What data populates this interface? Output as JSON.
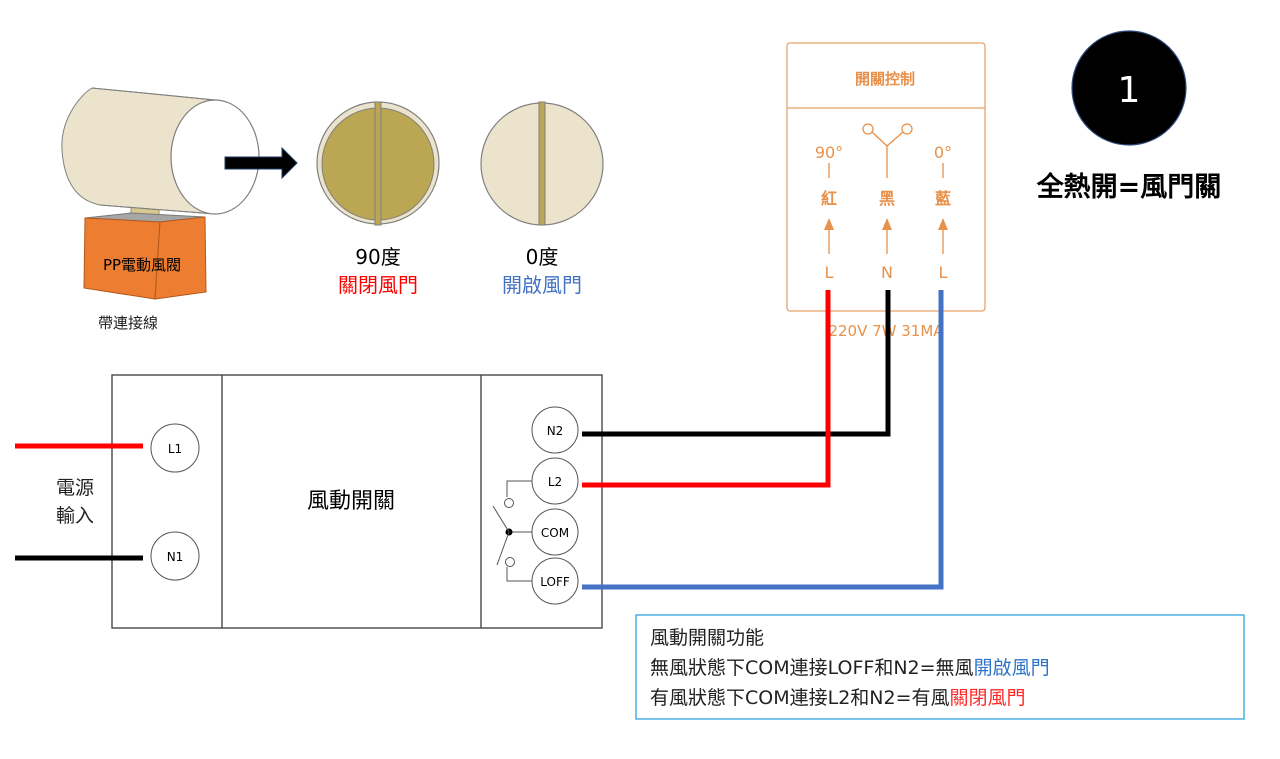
{
  "damper": {
    "box_label": "PP電動風閥",
    "caption": "帶連接線"
  },
  "positions": [
    {
      "angle": "90度",
      "state": "關閉風門",
      "state_color": "#ff0000"
    },
    {
      "angle": "0度",
      "state": "開啟風門",
      "state_color": "#4472c4"
    }
  ],
  "switch_control": {
    "title": "開關控制",
    "wires": [
      {
        "angle": "90°",
        "color_name": "紅",
        "terminal": "L",
        "wire_color": "#ff0000"
      },
      {
        "angle": "",
        "color_name": "黑",
        "terminal": "N",
        "wire_color": "#000000"
      },
      {
        "angle": "0°",
        "color_name": "藍",
        "terminal": "L",
        "wire_color": "#4472c4"
      }
    ],
    "rating": "220V 7W 31MA",
    "accent_color": "#e8914a"
  },
  "badge": {
    "number": "1",
    "caption": "全熱開=風門關"
  },
  "wind_switch": {
    "power_label_line1": "電源",
    "power_label_line2": "輸入",
    "title": "風動開關",
    "input_terminals": [
      "L1",
      "N1"
    ],
    "output_terminals": [
      "N2",
      "L2",
      "COM",
      "LOFF"
    ]
  },
  "note": {
    "title": "風動開關功能",
    "line1_prefix": "無風狀態下COM連接LOFF和N2=無風",
    "line1_highlight": "開啟風門",
    "line2_prefix": "有風狀態下COM連接L2和N2=有風",
    "line2_highlight": "關閉風門",
    "border_color": "#2ea3e0"
  }
}
